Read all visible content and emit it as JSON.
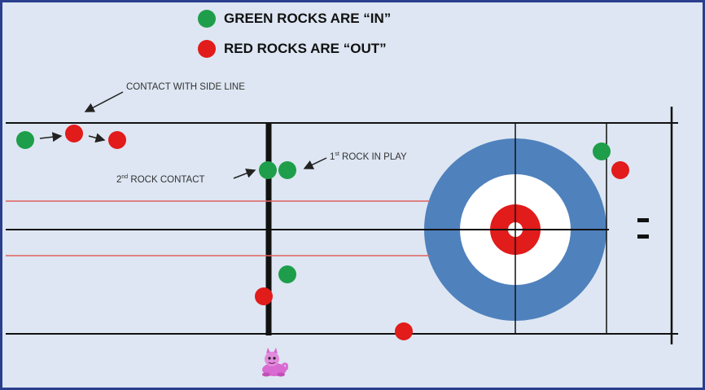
{
  "legend": {
    "green_label": "GREEN ROCKS ARE “IN”",
    "red_label": "RED ROCKS ARE “OUT”"
  },
  "callouts": {
    "side_line": "CONTACT WITH SIDE LINE",
    "second_rock_num": "2",
    "second_rock_sup": "nd",
    "second_rock_text": " ROCK CONTACT",
    "first_rock_num": "1",
    "first_rock_sup": "st",
    "first_rock_text": " ROCK IN PLAY"
  },
  "colors": {
    "background": "#dde6f2",
    "frame": "#2b3f8e",
    "green_rock": "#1e9e4a",
    "red_rock": "#e21b1b",
    "house_outer": "#4f81bd",
    "house_white": "#ffffff",
    "house_red": "#e21b1b",
    "line": "#111111",
    "red_line": "#e06060"
  },
  "icons": [
    "green-rock-icon",
    "red-rock-icon",
    "arrow-icon",
    "mascot-icon",
    "hack-icon"
  ]
}
